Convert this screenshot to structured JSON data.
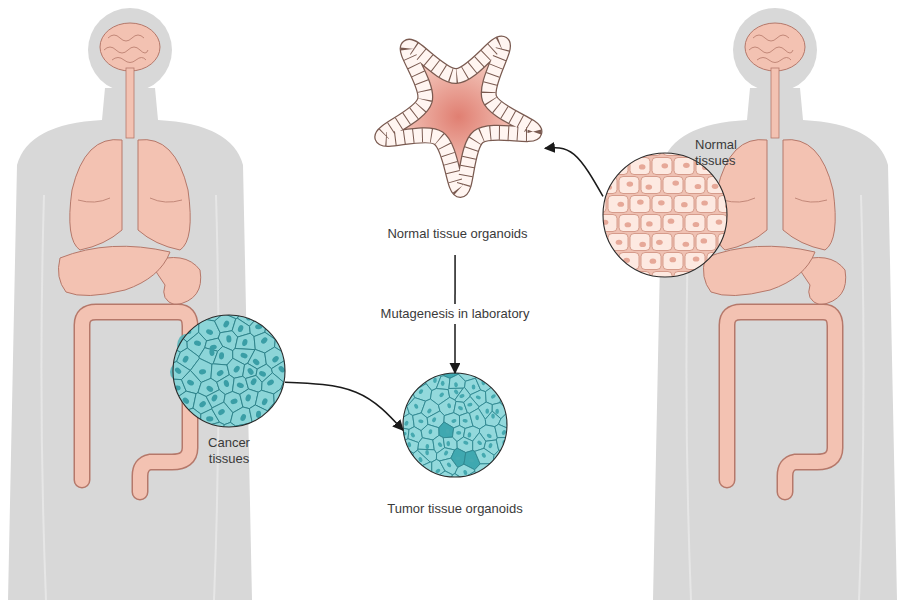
{
  "diagram": {
    "nodes": [
      {
        "text": [
          "Normal tissue organoids"
        ]
      },
      {
        "text": [
          "Normal tissues"
        ]
      },
      {
        "text": [
          "Cancer tissues"
        ]
      },
      {
        "text": [
          "Tumor tissue organoids"
        ]
      }
    ],
    "edges": [
      {
        "from": 1,
        "to": 0,
        "arrow": "to"
      },
      {
        "from": 0,
        "to": 3,
        "label": "Mutagenesis in laboratory",
        "arrow": "to"
      },
      {
        "from": 2,
        "to": 3,
        "arrow": "to"
      }
    ]
  }
}
